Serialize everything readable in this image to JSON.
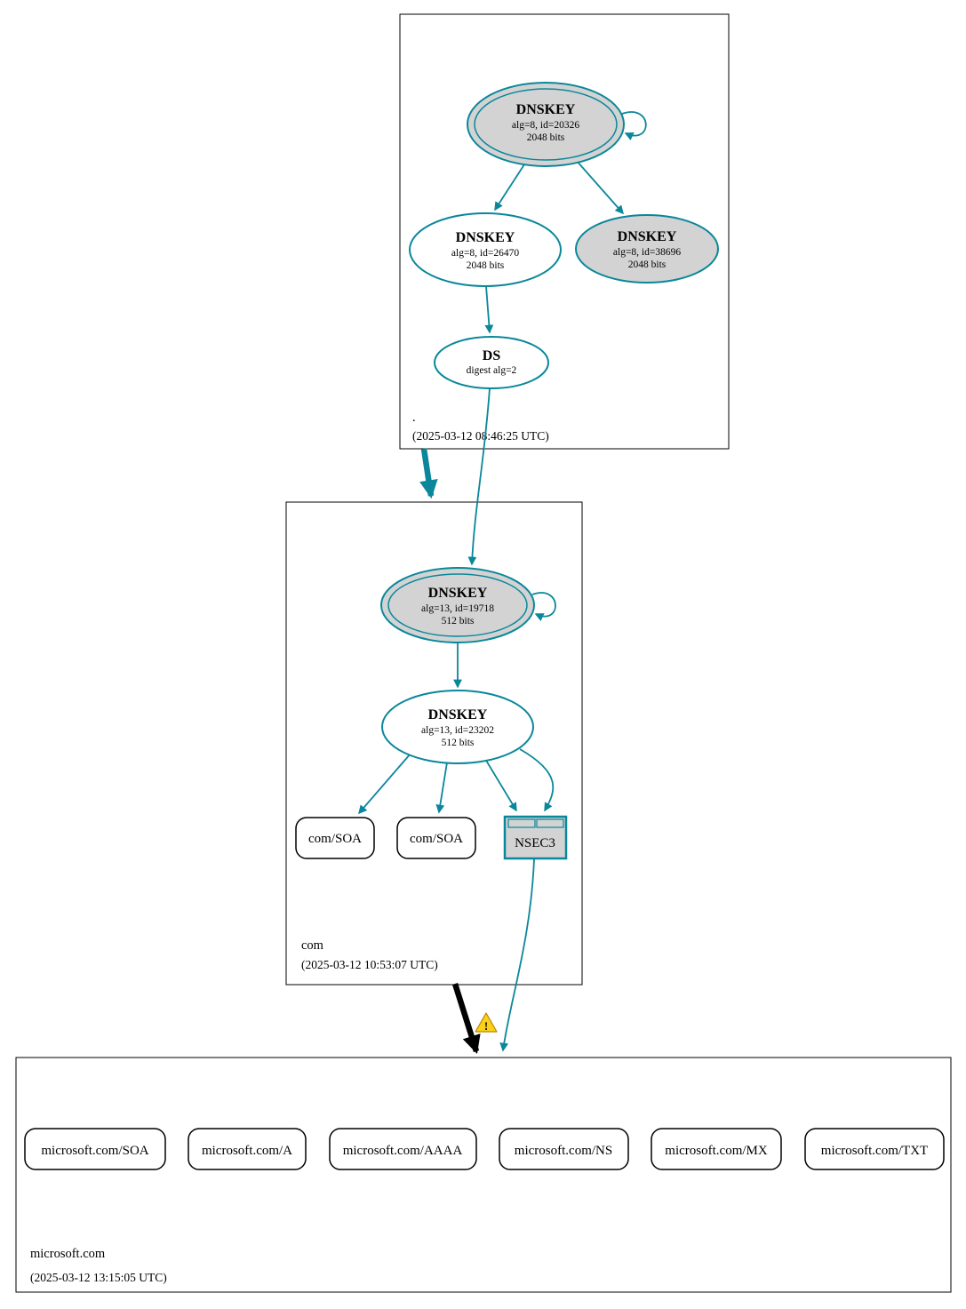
{
  "graph": {
    "zones": {
      "root": {
        "name": ".",
        "timestamp": "(2025-03-12 08:46:25 UTC)",
        "ksk": {
          "title": "DNSKEY",
          "detail": "alg=8, id=20326",
          "bits": "2048 bits"
        },
        "zsk": {
          "title": "DNSKEY",
          "detail": "alg=8, id=26470",
          "bits": "2048 bits"
        },
        "key2": {
          "title": "DNSKEY",
          "detail": "alg=8, id=38696",
          "bits": "2048 bits"
        },
        "ds": {
          "title": "DS",
          "detail": "digest alg=2"
        }
      },
      "com": {
        "name": "com",
        "timestamp": "(2025-03-12 10:53:07 UTC)",
        "ksk": {
          "title": "DNSKEY",
          "detail": "alg=13, id=19718",
          "bits": "512 bits"
        },
        "zsk": {
          "title": "DNSKEY",
          "detail": "alg=13, id=23202",
          "bits": "512 bits"
        },
        "soa1": "com/SOA",
        "soa2": "com/SOA",
        "nsec3": "NSEC3"
      },
      "microsoft": {
        "name": "microsoft.com",
        "timestamp": "(2025-03-12 13:15:05 UTC)",
        "rrsets": [
          "microsoft.com/SOA",
          "microsoft.com/A",
          "microsoft.com/AAAA",
          "microsoft.com/NS",
          "microsoft.com/MX",
          "microsoft.com/TXT"
        ]
      }
    },
    "icons": {
      "warning_mark": "!"
    },
    "colors": {
      "secure": "#0a879a",
      "insecure": "#000000",
      "warning_fill": "#fcd116",
      "ksk_fill": "#d3d3d3"
    }
  }
}
